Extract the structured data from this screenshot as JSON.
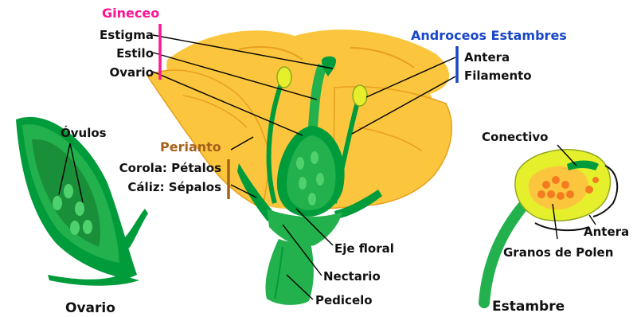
{
  "colors": {
    "gineceo": "#ff1493",
    "androceo": "#1846c8",
    "perianto": "#a6621b",
    "green_dark": "#009b3a",
    "green_mid": "#22b14c",
    "green_light": "#4fd16e",
    "petal": "#fbc63e",
    "petal_shade": "#e89f1c",
    "anther": "#e6ef2c",
    "pollen": "#f47b20"
  },
  "gineceo": {
    "title": "Gineceo",
    "estigma": "Estigma",
    "estilo": "Estilo",
    "ovario": "Ovario"
  },
  "androceo": {
    "title": "Androceos Estambres",
    "antera": "Antera",
    "filamento": "Filamento"
  },
  "perianto": {
    "title": "Perianto",
    "corola": "Corola: Pétalos",
    "caliz": "Cáliz: Sépalos"
  },
  "receptaculo": {
    "eje_floral": "Eje floral",
    "nectario": "Nectario",
    "pedicelo": "Pedicelo"
  },
  "ovario_detail": {
    "ovulos": "Óvulos",
    "caption": "Ovario"
  },
  "estambre_detail": {
    "conectivo": "Conectivo",
    "antera": "Antera",
    "granos": "Granos de Polen",
    "caption": "Estambre"
  }
}
